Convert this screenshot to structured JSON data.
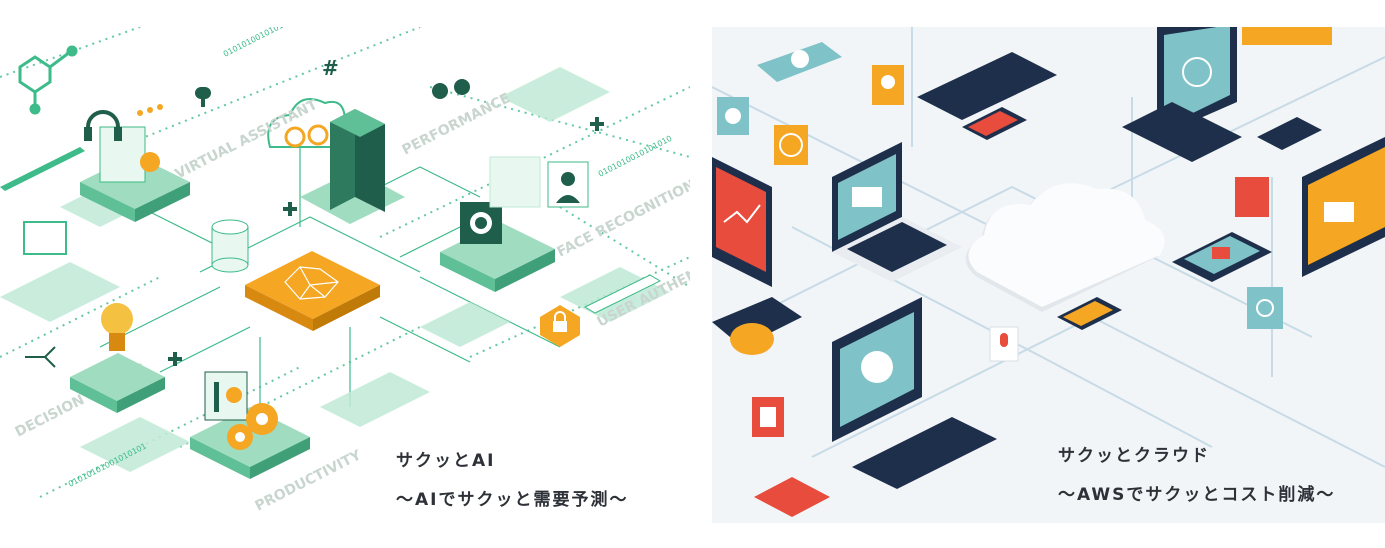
{
  "panels": {
    "ai": {
      "title": "サクッとAI",
      "subtitle": "～AIでサクッと需要予測～",
      "illustration_labels": {
        "virtual_assistant": "VIRTUAL ASSISTANT",
        "performance": "PERFORMANCE",
        "face_recognition": "FACE RECOGNITION",
        "user_authentic": "USER AUTHENTIC",
        "decision_making": "DECISION MAKING",
        "productivity": "PRODUCTIVITY",
        "binary_1": "0101010010101",
        "binary_2": "0101010010101010",
        "binary_3": "01010101001010101"
      },
      "colors": {
        "green": "#3dbb8a",
        "light_green": "#bfe9d6",
        "dark_green": "#1f5e4a",
        "orange": "#f5a623"
      }
    },
    "cloud": {
      "title": "サクッとクラウド",
      "subtitle": "～AWSでサクッとコスト削減～",
      "colors": {
        "navy": "#1d2f4a",
        "teal": "#7fc3c9",
        "red": "#e84c3d",
        "orange": "#f5a623",
        "cloud": "#e9edf1"
      }
    }
  }
}
